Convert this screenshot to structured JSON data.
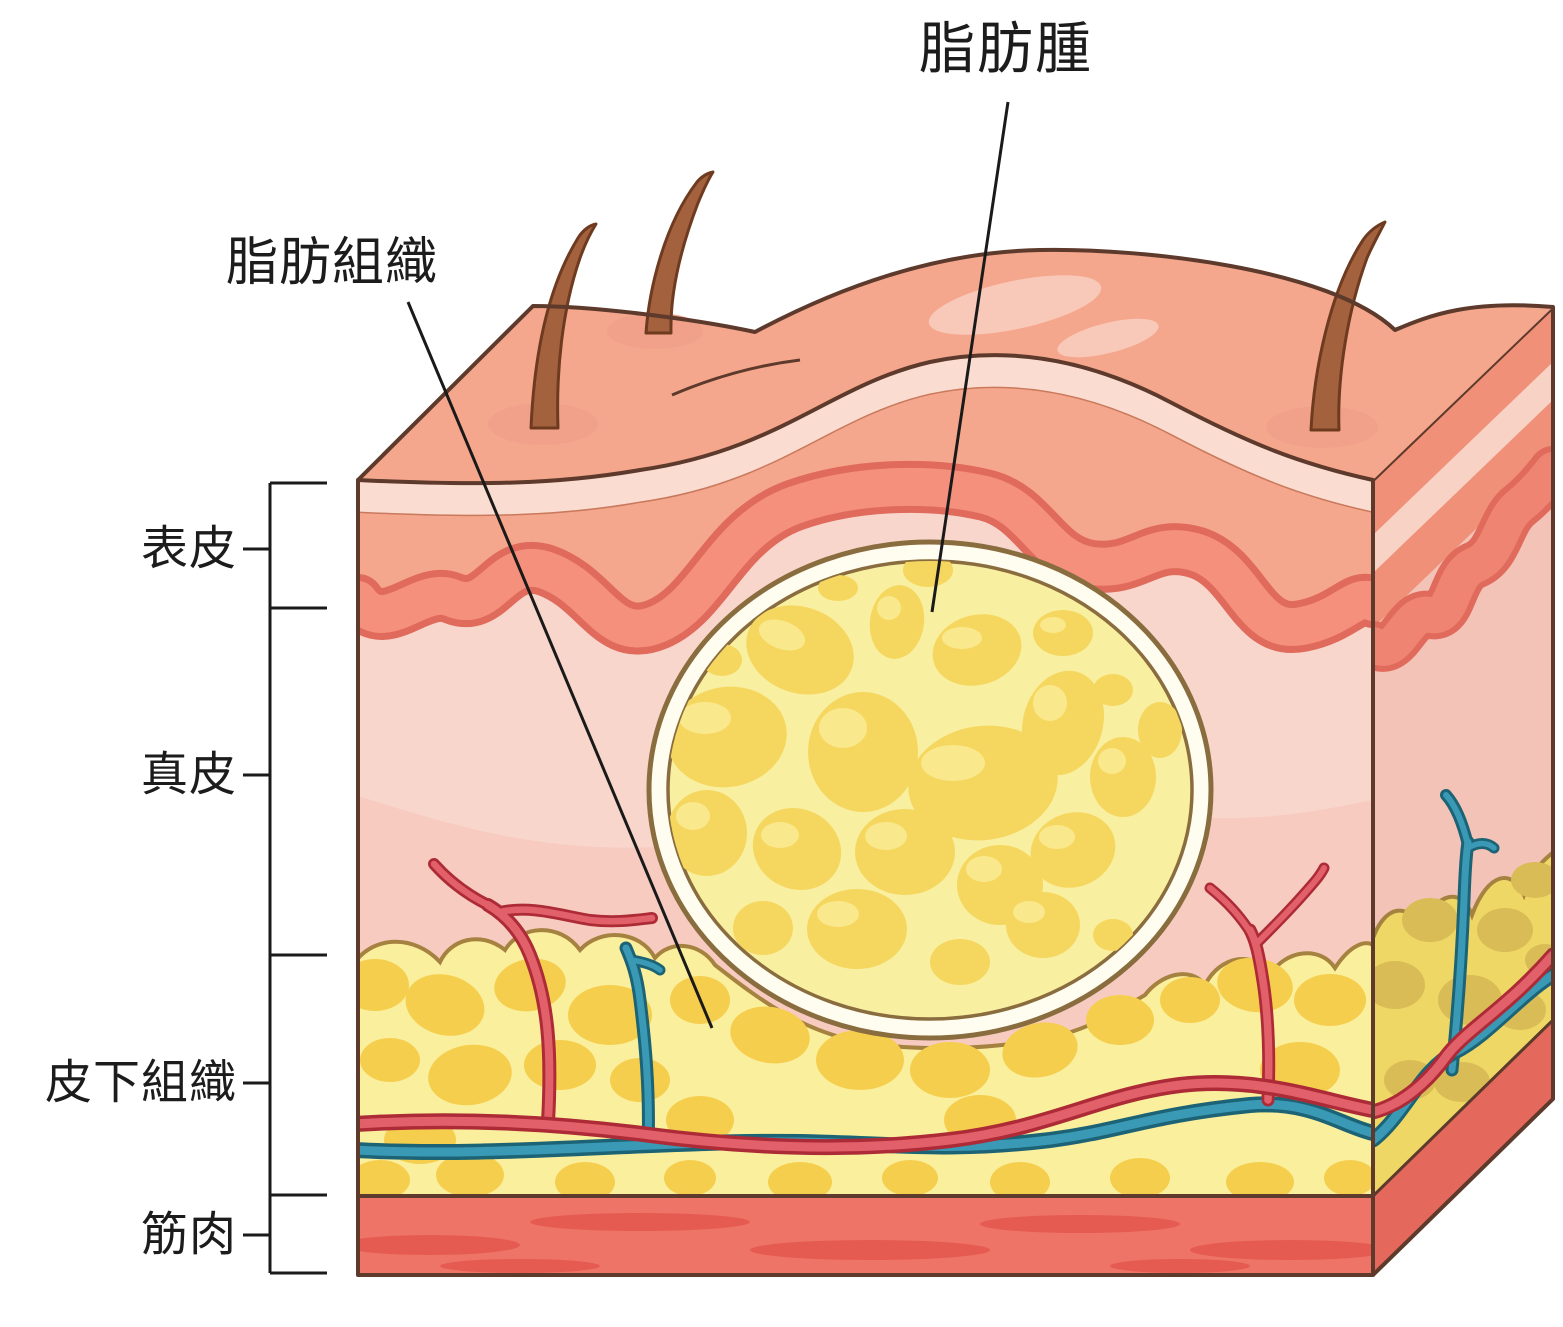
{
  "figure": {
    "type": "medical-illustration",
    "subject": "skin cross-section with lipoma (3D block diagram)",
    "labels": {
      "lipoma": "脂肪腫",
      "adipose_tissue": "脂肪組織",
      "epidermis": "表皮",
      "dermis": "真皮",
      "subcutaneous_tissue": "皮下組織",
      "muscle": "筋肉"
    }
  },
  "colors": {
    "label_text": "#1C1C1C",
    "leader_line": "#1A1A1A",
    "outline": "#5D3A2B",
    "top_skin": "#F5A78D",
    "follicle": "#F1A189",
    "dome_highlight": "#F8C8B8",
    "hair_fill": "#A3613E",
    "hair_outline": "#6E3B20",
    "epi_pale": "#FBDCD1",
    "epi_pale_edge": "#C9795C",
    "ribbon_fill": "#F4907B",
    "ribbon_stroke": "#E06A5B",
    "dermis_upper": "#F9D6CC",
    "dermis_lower": "#F7CBC0",
    "fat_bg": "#FAEF9C",
    "fat_blob": "#F6CE4E",
    "fat_boundary": "#A5823F",
    "lipoma_capsule_ring": "#FFFDF0",
    "lipoma_capsule_stroke": "#8A6D3F",
    "lipoma_bg": "#F9EFA0",
    "lipoma_lobule": "#F5D75F",
    "lipoma_lobule_highlight": "#FAE88C",
    "artery_fill": "#E2606A",
    "artery_stroke": "#AD2B36",
    "vein_fill": "#3A99B5",
    "vein_stroke": "#1C6376",
    "muscle_fill": "#EE7467",
    "muscle_streak": "#E55B52",
    "rf_salmon": "#F09078",
    "rf_pale": "#F8D2C5",
    "rf_ribbon": "#EE8471",
    "rf_dermis": "#F3C3B7",
    "rf_fat_bg": "#EFD765",
    "rf_fat_blob": "#D9BC55",
    "rf_muscle": "#E4685B"
  }
}
